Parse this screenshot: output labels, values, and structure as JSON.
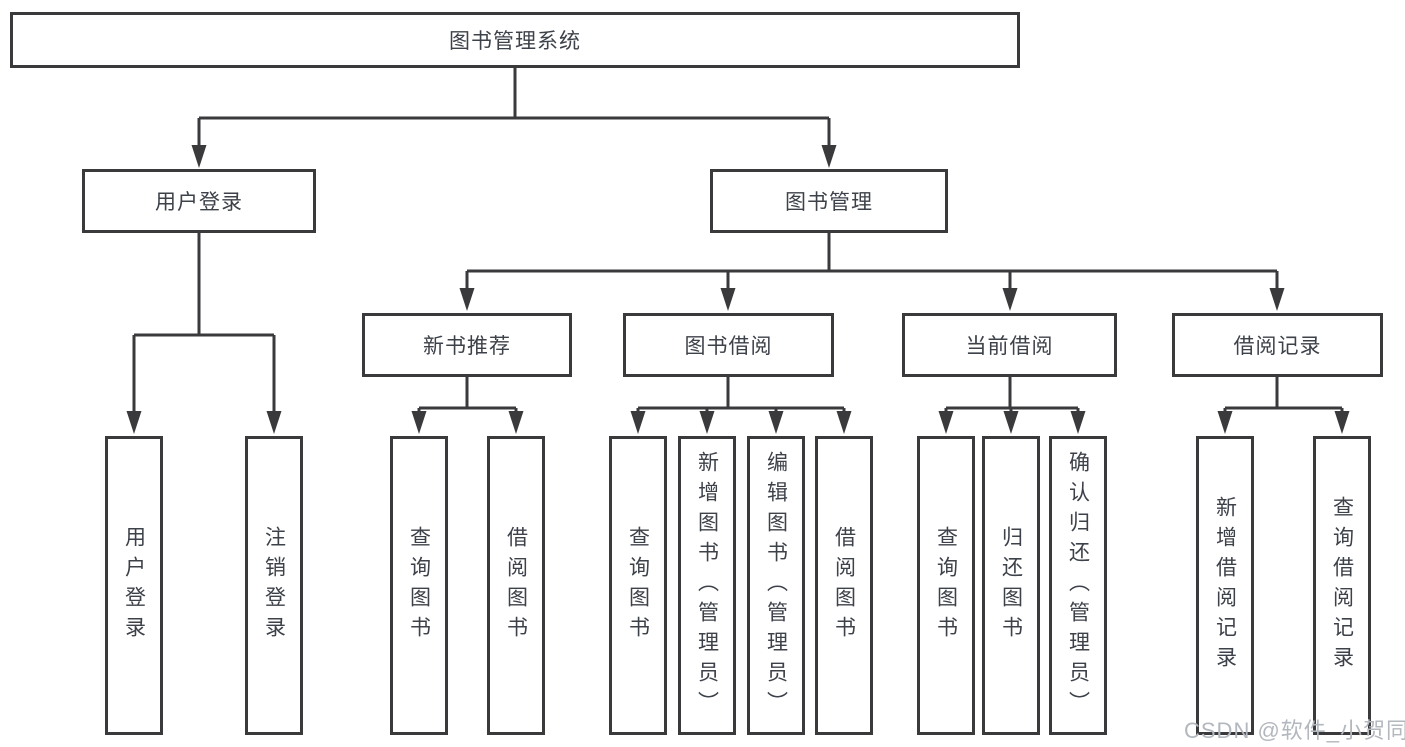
{
  "diagram": {
    "root": {
      "label": "图书管理系统"
    },
    "branches": [
      {
        "label": "用户登录",
        "children": [
          {
            "label": "用户登录"
          },
          {
            "label": "注销登录"
          }
        ]
      },
      {
        "label": "图书管理",
        "children": [
          {
            "label": "新书推荐",
            "children": [
              {
                "label": "查询图书"
              },
              {
                "label": "借阅图书"
              }
            ]
          },
          {
            "label": "图书借阅",
            "children": [
              {
                "label": "查询图书"
              },
              {
                "label": "新增图书（管理员）"
              },
              {
                "label": "编辑图书（管理员）"
              },
              {
                "label": "借阅图书"
              }
            ]
          },
          {
            "label": "当前借阅",
            "children": [
              {
                "label": "查询图书"
              },
              {
                "label": "归还图书"
              },
              {
                "label": "确认归还（管理员）"
              }
            ]
          },
          {
            "label": "借阅记录",
            "children": [
              {
                "label": "新增借阅记录"
              },
              {
                "label": "查询借阅记录"
              }
            ]
          }
        ]
      }
    ]
  },
  "watermark": {
    "text": "CSDN @软件_小贺同学"
  },
  "colors": {
    "line": "#3a3a3c",
    "text": "#3d4149",
    "watermark": "#b3b8be",
    "background": "#ffffff"
  }
}
